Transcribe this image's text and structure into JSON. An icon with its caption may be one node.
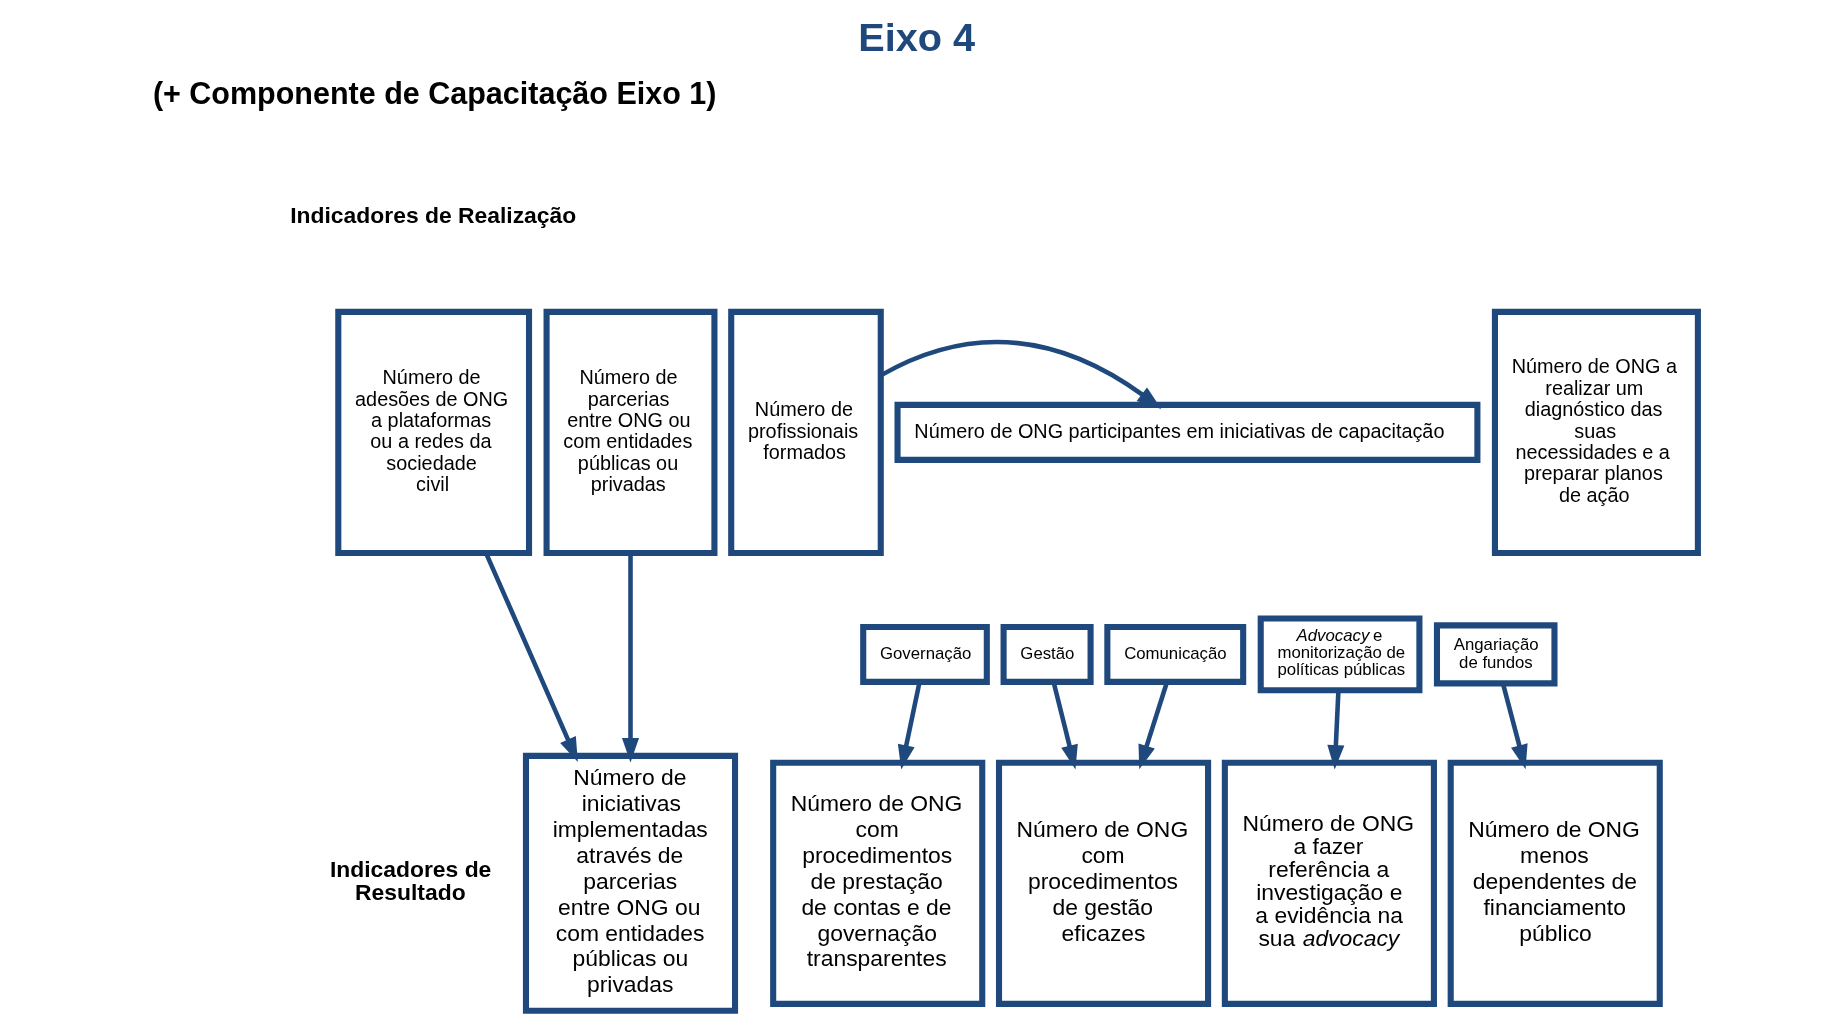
{
  "diagram": {
    "title": "Eixo 4",
    "nodes": [
      {
        "text": [
          "Número de adesões de ONG a plataformas ou a redes da sociedade civil"
        ]
      },
      {
        "text": [
          "Número de parcerias entre ONG ou com entidades públicas ou privadas"
        ]
      },
      {
        "text": [
          "Número de profissionais formados"
        ]
      },
      {
        "text": [
          "Número de ONG participantes em iniciativas de capacitação"
        ]
      },
      {
        "text": [
          "Governação"
        ]
      },
      {
        "text": [
          "Gestão"
        ]
      },
      {
        "text": [
          "Comunicação"
        ]
      },
      {
        "text": [
          "*Advocacy* e monitorização de políticas públicas"
        ]
      },
      {
        "text": [
          "Angariação de fundos"
        ]
      },
      {
        "text": [
          "Número de ONG a realizar um diagnóstico das suas necessidades e a preparar planos de ação"
        ]
      },
      {
        "text": [
          "Número de iniciativas implementadas através de parcerias entre ONG ou com entidades públicas ou privadas"
        ]
      },
      {
        "text": [
          "Número de ONG com procedimentos de prestação de contas e de governação transparentes"
        ]
      },
      {
        "text": [
          "Número de ONG com procedimentos de gestão eficazes"
        ]
      },
      {
        "text": [
          "Número de ONG a fazer referência a investigação e a evidência na sua *advocacy*"
        ]
      },
      {
        "text": [
          "Número de ONG menos dependentes de financiamento público"
        ]
      }
    ],
    "edges": [
      {
        "from": 2,
        "to": 3,
        "arrow": "to"
      },
      {
        "from": 0,
        "to": 10,
        "arrow": "to"
      },
      {
        "from": 1,
        "to": 10,
        "arrow": "to"
      },
      {
        "from": 4,
        "to": 11,
        "arrow": "to"
      },
      {
        "from": 5,
        "to": 12,
        "arrow": "to"
      },
      {
        "from": 6,
        "to": 12,
        "arrow": "to"
      },
      {
        "from": 7,
        "to": 13,
        "arrow": "to"
      },
      {
        "from": 8,
        "to": 14,
        "arrow": "to"
      }
    ],
    "labels": [
      "(+ Componente de Capacitação Eixo 1)",
      "Indicadores de Realização",
      "Indicadores de Resultado"
    ]
  }
}
